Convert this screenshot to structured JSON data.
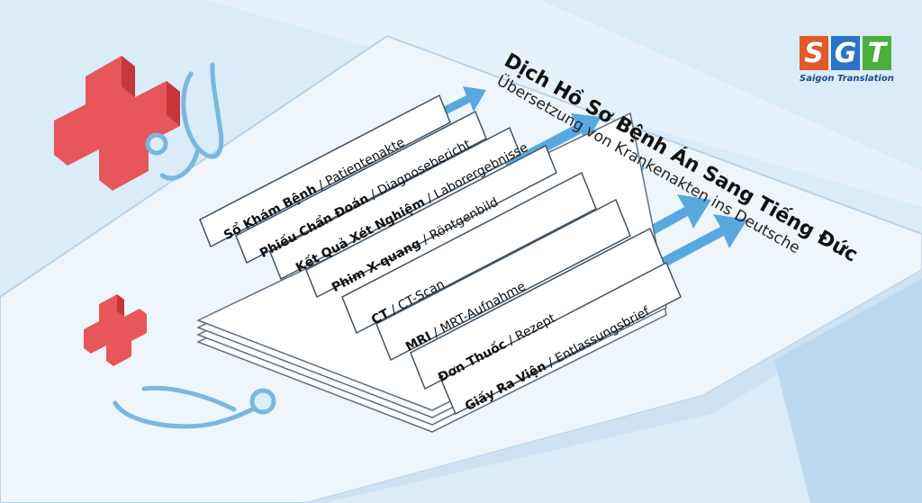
{
  "title": "Dịch Hồ Sơ Bệnh Án Sang Tiếng Đức",
  "subtitle": "Übersetzung von Krankenakten ins Deutsche",
  "logo": {
    "letters": [
      "S",
      "G",
      "T"
    ],
    "tagline": "Saigon Translation",
    "colors": [
      "#e05a2a",
      "#2a73c7",
      "#4cae3d"
    ]
  },
  "documents": [
    {
      "vi": "Sổ Khám Bệnh",
      "de": "Patientenakte"
    },
    {
      "vi": "Phiếu Chẩn Đoán",
      "de": "Diagnosebericht"
    },
    {
      "vi": "Kết Quả Xét Nghiệm",
      "de": "Laborergebnisse"
    },
    {
      "vi": "Phim X-quang",
      "de": "Röntgenbild"
    },
    {
      "vi": "CT",
      "de": "CT-Scan"
    },
    {
      "vi": "MRI",
      "de": "MRT-Aufnahme"
    },
    {
      "vi": "Đơn Thuốc",
      "de": "Rezept"
    },
    {
      "vi": "Giấy Ra Viện",
      "de": "Entlassungsbrief"
    }
  ],
  "separator": " / ",
  "colors": {
    "background": "#d9ecf8",
    "table": "#eef6fc",
    "arrow": "#5aa8e0",
    "cross": "#e8555a",
    "stethoscope": "#7ab7e0"
  },
  "icons": [
    "red-cross-icon",
    "stethoscope-icon",
    "arrow-icon"
  ]
}
